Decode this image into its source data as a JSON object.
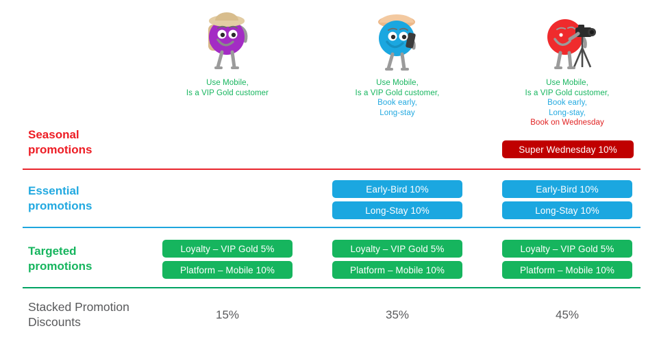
{
  "personas": [
    {
      "avatar_name": "purple-traveller-avatar",
      "avatar_color": "#a32cc4",
      "caption_lines": [
        {
          "text": "Use Mobile,",
          "color": "green"
        },
        {
          "text": "Is a VIP Gold customer",
          "color": "green"
        }
      ]
    },
    {
      "avatar_name": "blue-mobile-avatar",
      "avatar_color": "#1ba7e0",
      "caption_lines": [
        {
          "text": "Use Mobile,",
          "color": "green"
        },
        {
          "text": "Is a VIP Gold customer,",
          "color": "green"
        },
        {
          "text": "Book early,",
          "color": "blue"
        },
        {
          "text": "Long-stay",
          "color": "blue"
        }
      ]
    },
    {
      "avatar_name": "red-photographer-avatar",
      "avatar_color": "#ef2b2d",
      "caption_lines": [
        {
          "text": "Use Mobile,",
          "color": "green"
        },
        {
          "text": "Is a VIP Gold customer,",
          "color": "green"
        },
        {
          "text": "Book early,",
          "color": "blue"
        },
        {
          "text": "Long-stay,",
          "color": "blue"
        },
        {
          "text": "Book on Wednesday",
          "color": "red"
        }
      ]
    }
  ],
  "rows": {
    "seasonal": {
      "label_line1": "Seasonal",
      "label_line2": "promotions",
      "color": "#ed1c24",
      "pills": {
        "col1": [],
        "col2": [],
        "col3": [
          "Super Wednesday 10%"
        ]
      }
    },
    "essential": {
      "label_line1": "Essential",
      "label_line2": "promotions",
      "color": "#22a9e0",
      "pills": {
        "col1": [],
        "col2": [
          "Early-Bird 10%",
          "Long-Stay 10%"
        ],
        "col3": [
          "Early-Bird 10%",
          "Long-Stay 10%"
        ]
      }
    },
    "targeted": {
      "label_line1": "Targeted",
      "label_line2": "promotions",
      "color": "#16b55e",
      "pills": {
        "col1": [
          "Loyalty – VIP Gold 5%",
          "Platform – Mobile 10%"
        ],
        "col2": [
          "Loyalty – VIP Gold 5%",
          "Platform – Mobile 10%"
        ],
        "col3": [
          "Loyalty – VIP Gold 5%",
          "Platform – Mobile 10%"
        ]
      }
    },
    "stacked": {
      "label_line1": "Stacked Promotion",
      "label_line2": "Discounts",
      "color": "#58595b",
      "totals": [
        "15%",
        "35%",
        "45%"
      ]
    }
  },
  "colors": {
    "red": "#ed1c24",
    "dark_red": "#c00000",
    "blue": "#1ba7e0",
    "green": "#16b55e",
    "grey": "#58595b",
    "divider_green": "#00a362"
  }
}
